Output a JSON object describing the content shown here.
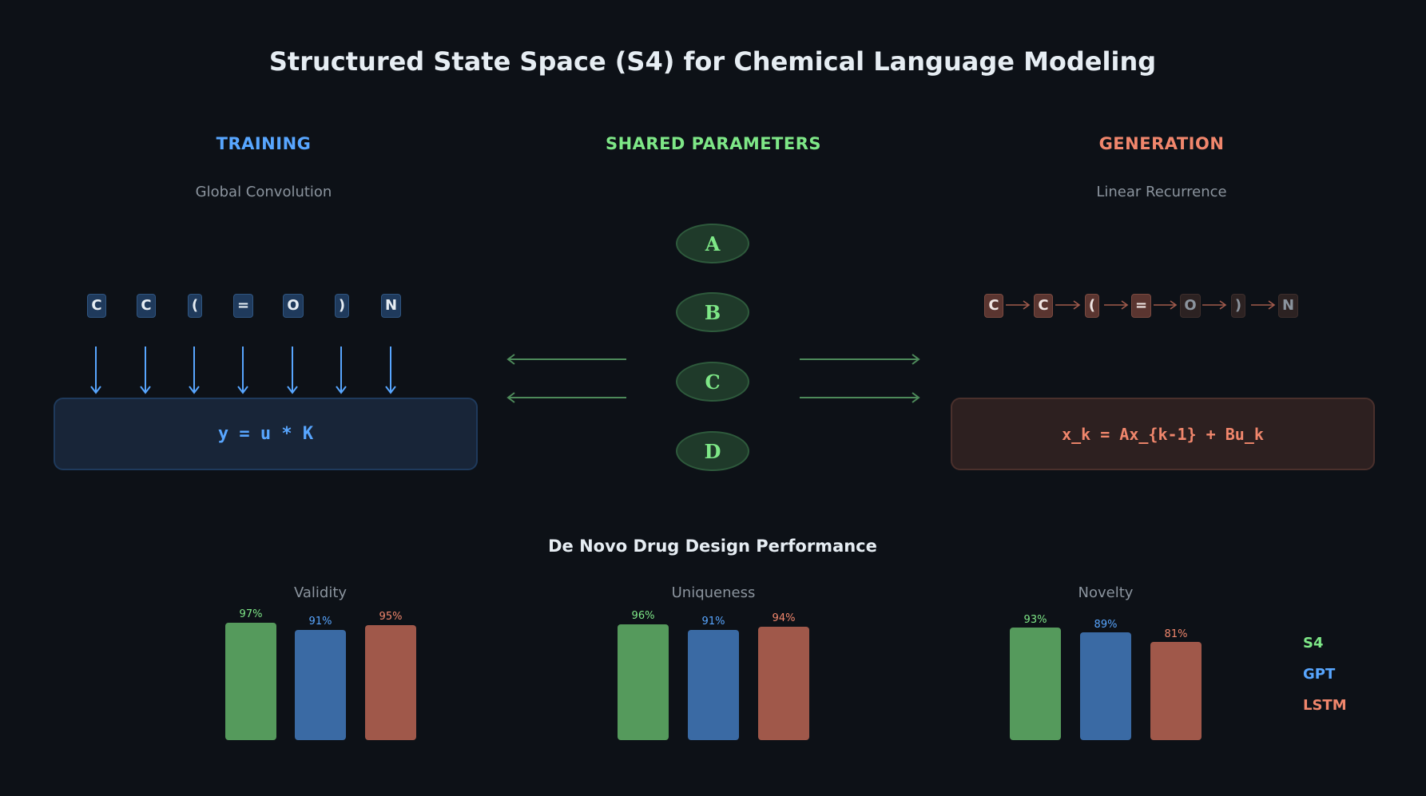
{
  "title": "Structured State Space (S4) for Chemical Language Modeling",
  "training": {
    "heading": "TRAINING",
    "subtitle": "Global Convolution",
    "tokens": [
      "C",
      "C",
      "(",
      "=",
      "O",
      ")",
      "N"
    ],
    "equation": "y = u * K",
    "color": "#58a6ff"
  },
  "shared": {
    "heading": "SHARED PARAMETERS",
    "params": [
      "A",
      "B",
      "C",
      "D"
    ],
    "color": "#7ee787"
  },
  "generation": {
    "heading": "GENERATION",
    "subtitle": "Linear Recurrence",
    "tokens": [
      "C",
      "C",
      "(",
      "=",
      "O",
      ")",
      "N"
    ],
    "active_count": 4,
    "equation": "x_k = Ax_{k-1} + Bu_k",
    "color": "#f0866c"
  },
  "chart_data": {
    "type": "bar",
    "title": "De Novo Drug Design Performance",
    "categories": [
      "Validity",
      "Uniqueness",
      "Novelty"
    ],
    "series": [
      {
        "name": "S4",
        "color": "#559a5c",
        "label_color": "#7ee787",
        "values": [
          97,
          96,
          93
        ]
      },
      {
        "name": "GPT",
        "color": "#3a6aa4",
        "label_color": "#58a6ff",
        "values": [
          91,
          91,
          89
        ]
      },
      {
        "name": "LSTM",
        "color": "#a0584a",
        "label_color": "#f0866c",
        "values": [
          95,
          94,
          81
        ]
      }
    ],
    "value_labels": [
      [
        "97%",
        "91%",
        "95%"
      ],
      [
        "96%",
        "91%",
        "94%"
      ],
      [
        "93%",
        "89%",
        "81%"
      ]
    ],
    "xlabel": "",
    "ylabel": "",
    "ylim": [
      0,
      100
    ],
    "grid": false,
    "legend_position": "right"
  },
  "legend": [
    "S4",
    "GPT",
    "LSTM"
  ]
}
